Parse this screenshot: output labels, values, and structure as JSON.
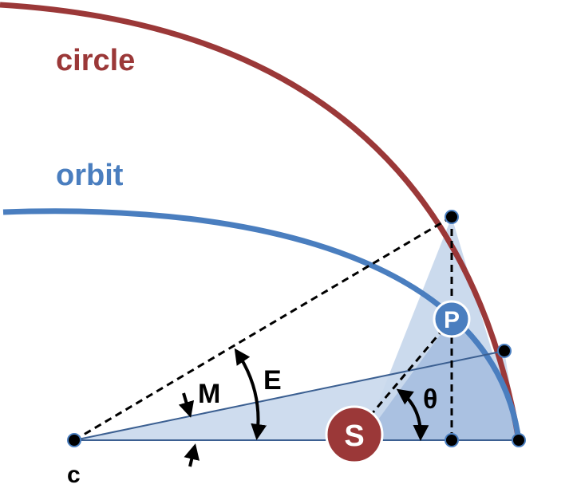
{
  "labels": {
    "circle": "circle",
    "orbit": "orbit",
    "center": "c",
    "mean_anomaly": "M",
    "eccentric_anomaly": "E",
    "true_anomaly": "θ",
    "planet": "P",
    "sun": "S"
  },
  "colors": {
    "circle": "#9b3838",
    "orbit": "#4a7ebf",
    "circle_label": "#9b3838",
    "orbit_label": "#4a7ebf",
    "sun": "#9b3838",
    "planet": "#4a7ebf",
    "shade": "#c2d3ea",
    "shade_dark": "#9fb8dc"
  }
}
